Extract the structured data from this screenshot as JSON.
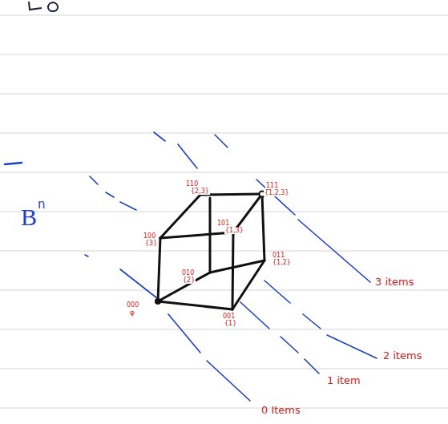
{
  "diagram": {
    "labels": [
      "B",
      "n",
      "110",
      "{2,3}",
      "111",
      "{1,2,3}",
      "100",
      "{3}",
      "101",
      "{1,3}",
      "011",
      "{1,2}",
      "010",
      "{2}",
      "000",
      "φ",
      "001",
      "{1}",
      "3 items",
      "2 items",
      "1 item",
      "0 Items"
    ]
  }
}
